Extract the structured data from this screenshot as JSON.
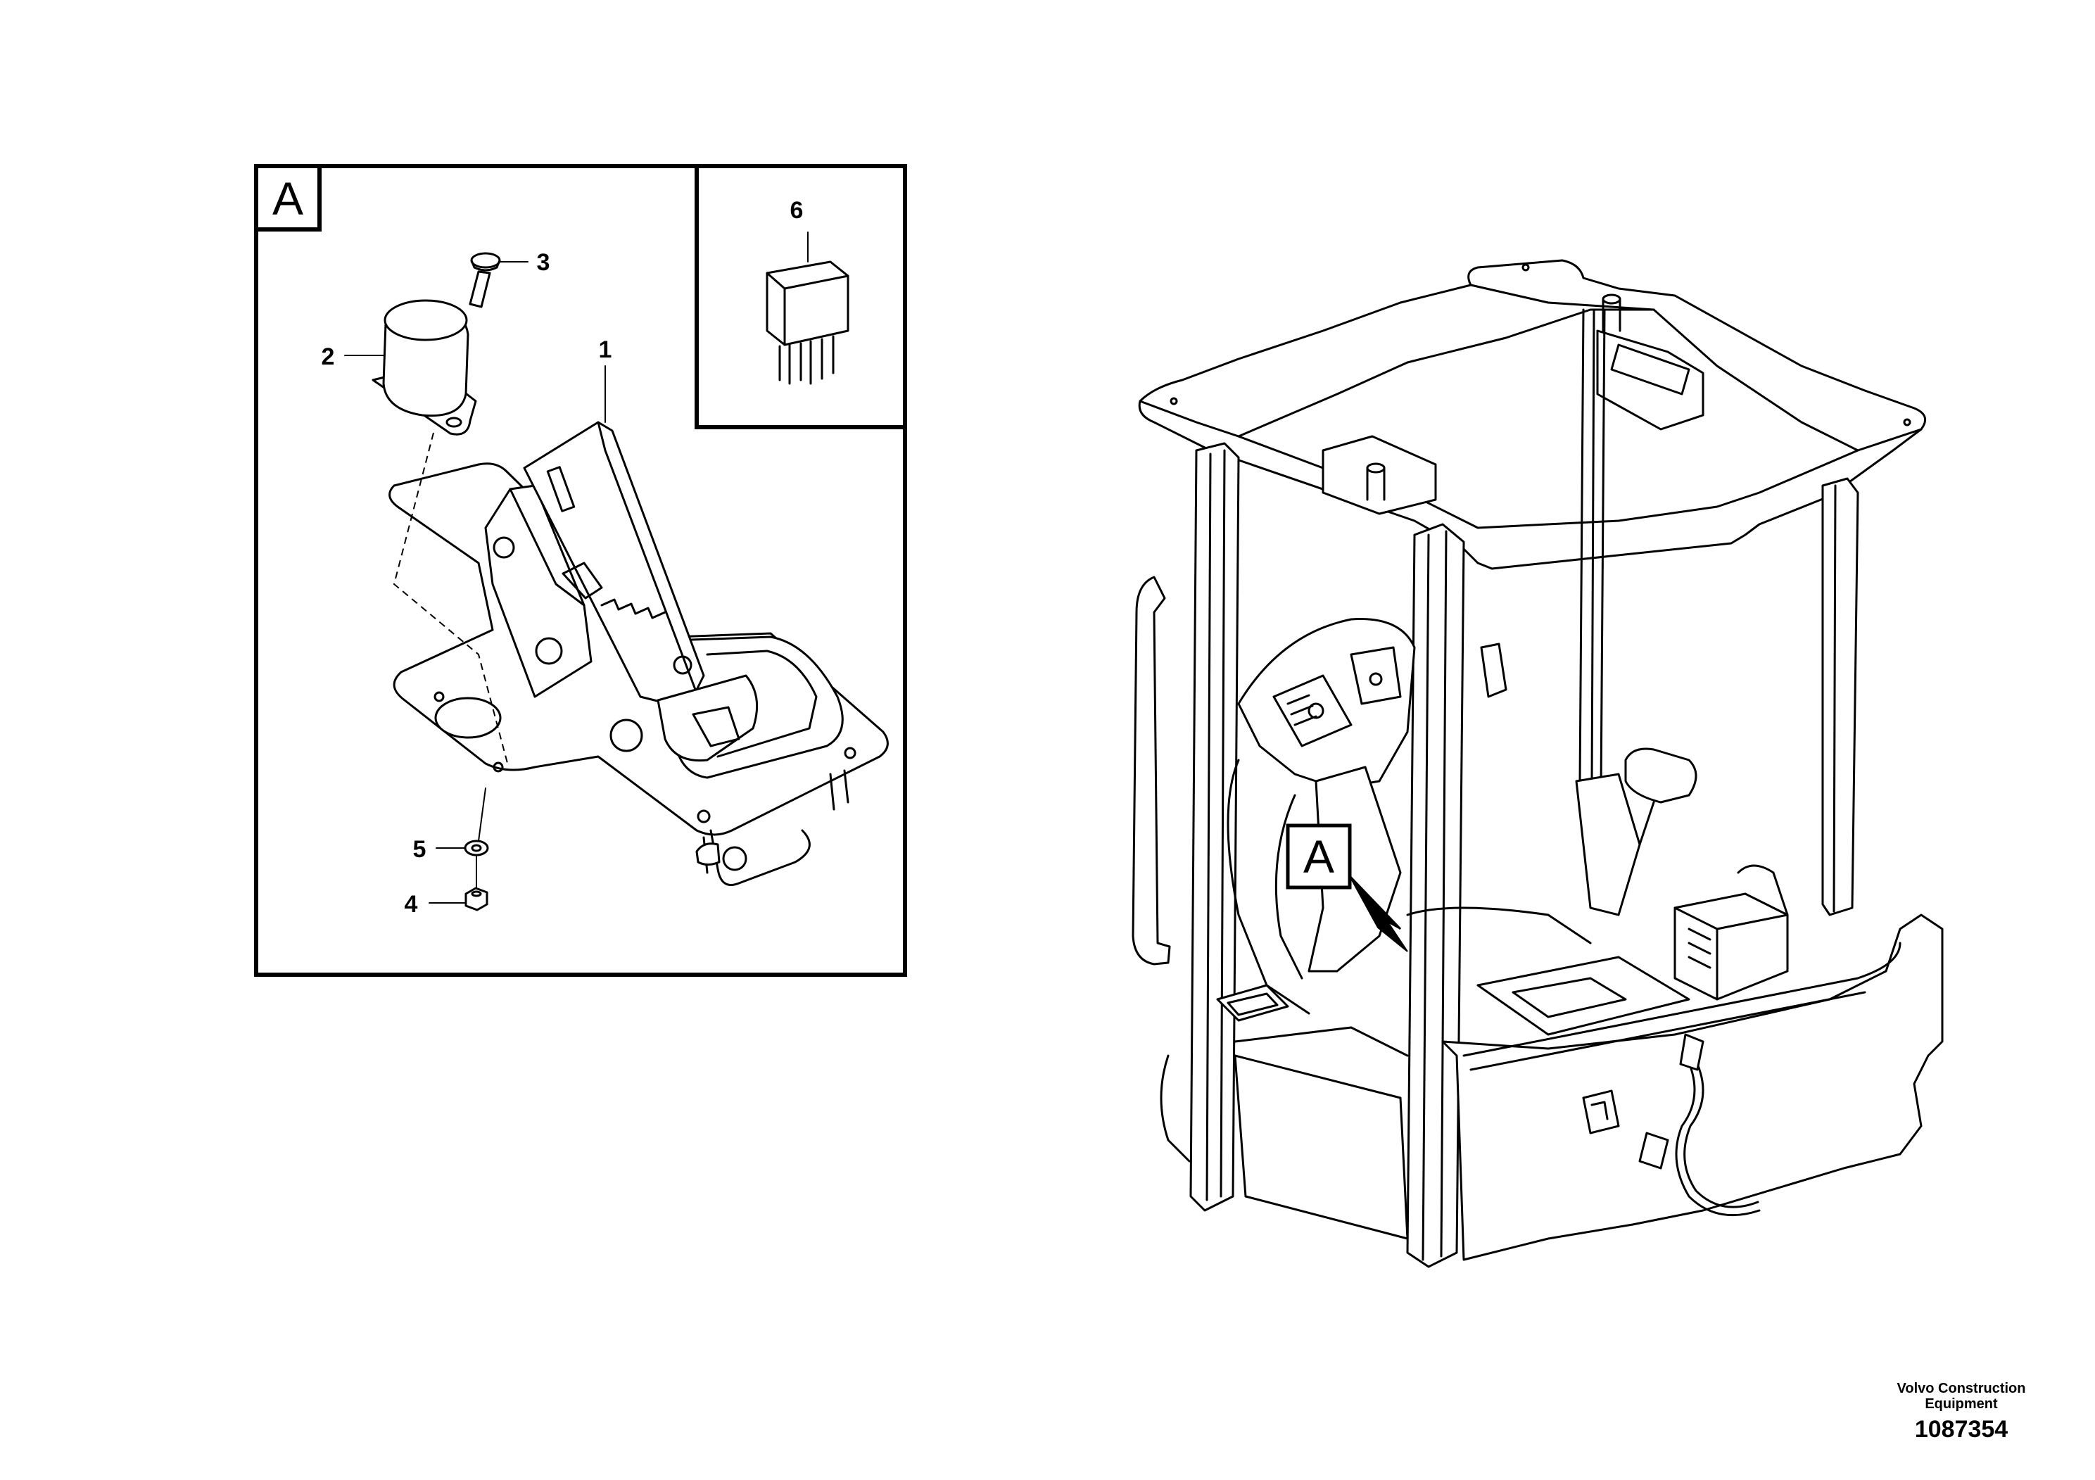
{
  "detail": {
    "frame_label": "A",
    "callouts": [
      {
        "number": "1",
        "part": "accelerator-pedal"
      },
      {
        "number": "2",
        "part": "buzzer"
      },
      {
        "number": "3",
        "part": "screw"
      },
      {
        "number": "4",
        "part": "nut"
      },
      {
        "number": "5",
        "part": "washer"
      },
      {
        "number": "6",
        "part": "relay"
      }
    ]
  },
  "overview": {
    "pointer_label": "A"
  },
  "footer": {
    "brand_line1": "Volvo Construction",
    "brand_line2": "Equipment",
    "drawing_number": "1087354"
  }
}
